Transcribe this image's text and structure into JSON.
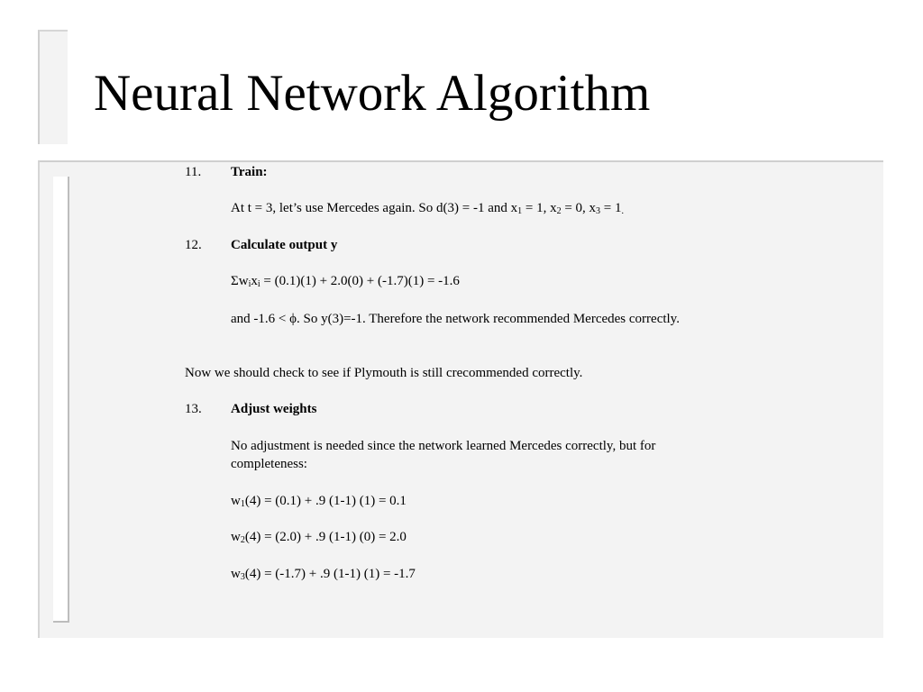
{
  "title": "Neural Network Algorithm",
  "steps": [
    {
      "number": "11.",
      "heading": "Train:",
      "text": {
        "prefix": "At t = 3, let’s use Mercedes again.  So d(3) = -1 and x",
        "s1": "1",
        "m1": " = 1, x",
        "s2": "2",
        "m2": " = 0, x",
        "s3": "3",
        "m3": " = 1",
        "s4": "."
      }
    },
    {
      "number": "12.",
      "heading": "Calculate output y",
      "sum": {
        "lead": "Σw",
        "s1": "i",
        "mid": "x",
        "s2": "i",
        "rest": " = (0.1)(1) + 2.0(0) + (-1.7)(1) = -1.6"
      },
      "para": "and -1.6 < ϕ.  So y(3)=-1.  Therefore the network recommended Mercedes correctly."
    },
    {
      "flush": "Now we should check to see if Plymouth is still crecommended correctly."
    },
    {
      "number": "13.",
      "heading": "Adjust weights",
      "para": "No adjustment is needed since the network learned Mercedes correctly, but for completeness:",
      "weights": [
        {
          "w": "w",
          "sub": "1",
          "rest": "(4) = (0.1) + .9 (1-1) (1) = 0.1"
        },
        {
          "w": "w",
          "sub": "2",
          "rest": "(4) = (2.0) + .9 (1-1) (0) = 2.0"
        },
        {
          "w": "w",
          "sub": "3",
          "rest": "(4) = (-1.7) + .9 (1-1) (1) = -1.7"
        }
      ]
    }
  ]
}
